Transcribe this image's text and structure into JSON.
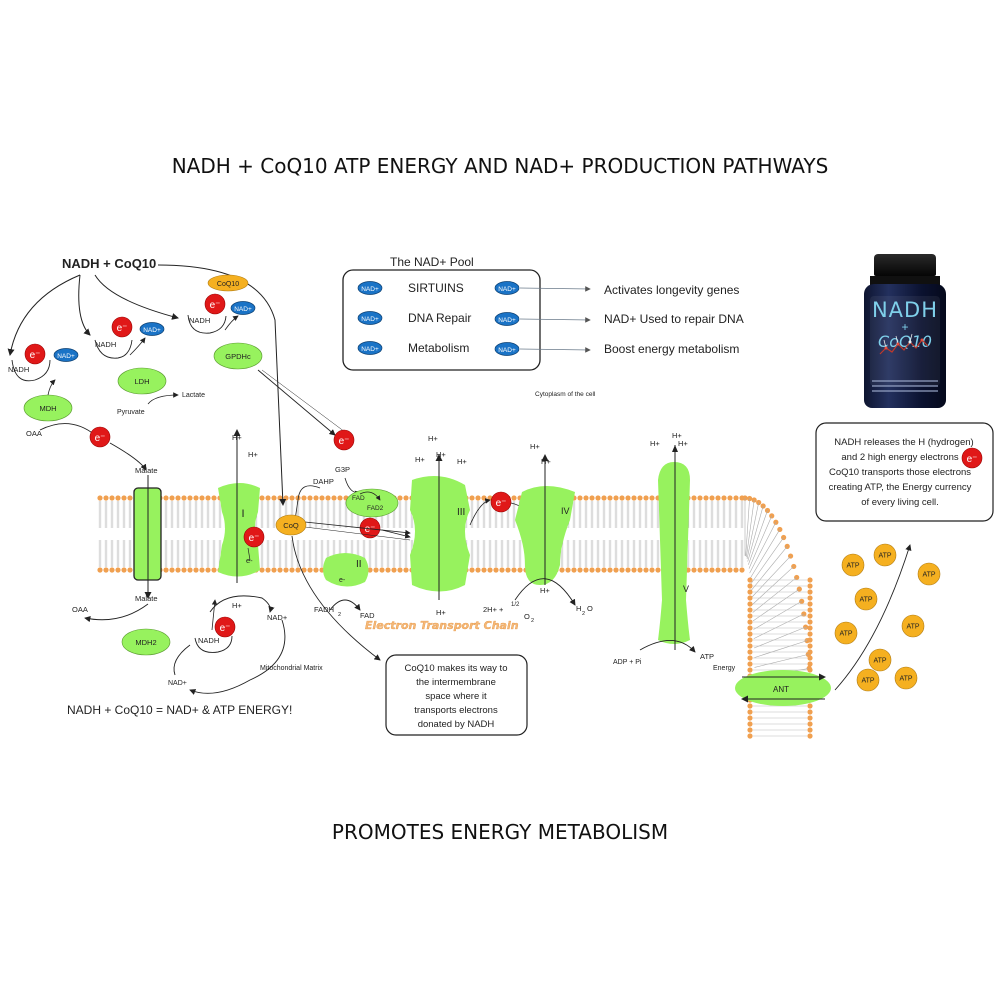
{
  "title": "NADH + CoQ10 ATP ENERGY AND NAD+ PRODUCTION PATHWAYS",
  "footer": "PROMOTES ENERGY METABOLISM",
  "colors": {
    "membrane_green": "#97f25e",
    "electron_red": "#e01818",
    "nad_blue": "#1a73c6",
    "atp_orange": "#f5b020",
    "phospholipid_head": "#f0a050"
  },
  "nadh_coq10_label": "NADH + CoQ10",
  "nad_pool": {
    "title": "The NAD+ Pool",
    "rows": [
      {
        "label": "SIRTUINS",
        "result": "Activates longevity genes"
      },
      {
        "label": "DNA Repair",
        "result": "NAD+ Used to repair DNA"
      },
      {
        "label": "Metabolism",
        "result": "Boost energy metabolism"
      }
    ]
  },
  "nad_badge": "NAD+",
  "nadh_text": "NADH",
  "electron_symbol": "e⁻",
  "enzymes": {
    "ldh": "LDH",
    "mdh": "MDH",
    "mdh2": "MDH2",
    "gpdhc": "GPDHc",
    "coq": "CoQ",
    "coq10": "CoQ10",
    "ant": "ANT",
    "fad": "FAD",
    "fad2": "FAD2"
  },
  "metabolites": {
    "pyruvate": "Pyruvate",
    "lactate": "Lactate",
    "oaa": "OAA",
    "malate": "Malate",
    "dahp": "DAHP",
    "g3p": "G3P",
    "fadh2": "FADH",
    "fadh2_sub": "2",
    "fad_out": "FAD",
    "adp_pi": "ADP + Pi",
    "atp": "ATP",
    "energy": "Energy",
    "h_plus": "H+",
    "e_minus": "e-",
    "two_h_plus": "2H+ +",
    "half": "1/2",
    "o2_o": "O",
    "o2_sub": "2",
    "water_h": "H",
    "water_sub": "2",
    "water_o": "O",
    "nad_plus_text": "NAD+"
  },
  "complexes": [
    "I",
    "II",
    "III",
    "IV",
    "V"
  ],
  "labels": {
    "cytoplasm": "Cytoplasm of the cell",
    "matrix": "Mitochondrial Matrix",
    "etc": "Electron Transport Chain",
    "equation": "NADH + CoQ10 = NAD+ & ATP ENERGY!"
  },
  "callouts": {
    "coq10_box": [
      "CoQ10 makes its way to",
      "the intermembrane",
      "space where it",
      "transports electrons",
      "donated by NADH"
    ],
    "nadh_box": [
      "NADH releases the H (hydrogen)",
      "and 2 high energy electrons",
      "CoQ10 transports those electrons",
      "creating ATP, the Energy currency",
      "of every living cell."
    ]
  },
  "atp_count": 9,
  "bottle": {
    "brand": "NADH",
    "plus": "+",
    "product": "CoQ10"
  }
}
